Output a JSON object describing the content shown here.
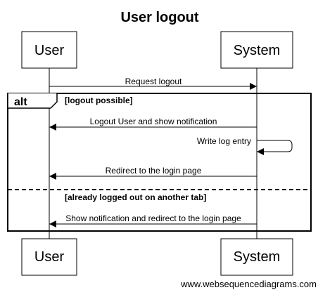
{
  "diagram": {
    "title": "User logout",
    "participants": [
      {
        "id": "user",
        "label": "User"
      },
      {
        "id": "system",
        "label": "System"
      }
    ],
    "request_message": {
      "text": "Request logout",
      "from": "user",
      "to": "system"
    },
    "alt": {
      "label": "alt",
      "sections": [
        {
          "guard": "[logout possible]",
          "messages": [
            {
              "text": "Logout User and show notification",
              "from": "system",
              "to": "user"
            },
            {
              "text": "Write log entry",
              "from": "system",
              "to": "system"
            },
            {
              "text": "Redirect to the login page",
              "from": "system",
              "to": "user"
            }
          ]
        },
        {
          "guard": "[already logged out on another tab]",
          "messages": [
            {
              "text": "Show notification and redirect to the login page",
              "from": "system",
              "to": "user"
            }
          ]
        }
      ]
    },
    "watermark": "www.websequencediagrams.com",
    "colors": {
      "stroke": "#000000",
      "background": "#ffffff"
    }
  }
}
